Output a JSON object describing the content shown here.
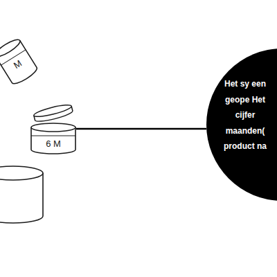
{
  "diagram": {
    "nodes": [
      {
        "text": [
          "M"
        ]
      },
      {
        "text": [
          "6 M"
        ]
      },
      {
        "text": [
          "Het sy een geope Het cijfer maanden( product na"
        ]
      }
    ],
    "edges": [
      {
        "from": 1,
        "to": 2,
        "arrow": "none"
      }
    ]
  }
}
